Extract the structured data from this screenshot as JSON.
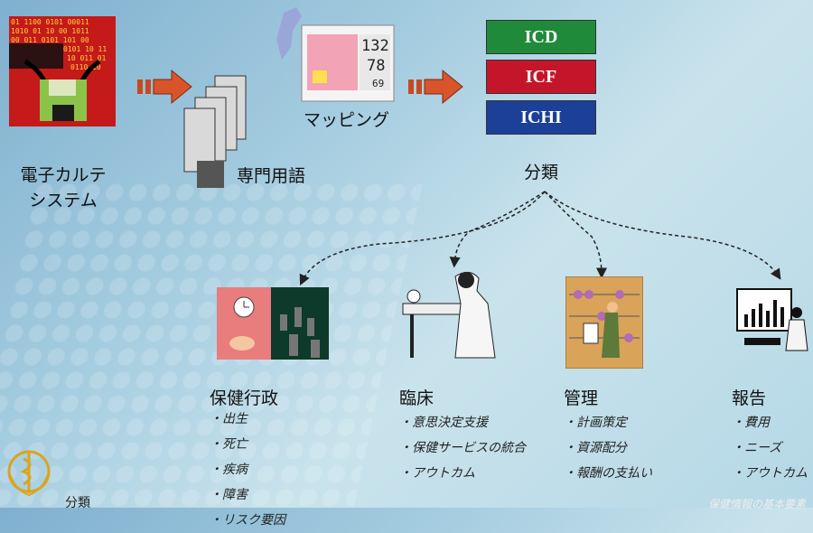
{
  "source": {
    "label_line1": "電子カルテ",
    "label_line2": "システム"
  },
  "terminology": {
    "label": "専門用語"
  },
  "mapping": {
    "label": "マッピング",
    "monitor": {
      "systolic": "132",
      "diastolic": "78",
      "pulse": "69"
    }
  },
  "classification": {
    "items": [
      {
        "label": "ICD",
        "color": "#1f8a3a"
      },
      {
        "label": "ICF",
        "color": "#c4162a"
      },
      {
        "label": "ICHI",
        "color": "#1c3f98"
      }
    ],
    "label": "分類"
  },
  "categories": [
    {
      "title": "保健行政",
      "items": [
        "出生",
        "死亡",
        "疾病",
        "障害",
        "リスク要因"
      ]
    },
    {
      "title": "臨床",
      "items": [
        "意思決定支援",
        "保健サービスの統合",
        "アウトカム"
      ]
    },
    {
      "title": "管理",
      "items": [
        "計画策定",
        "資源配分",
        "報酬の支払い"
      ]
    },
    {
      "title": "報告",
      "items": [
        "費用",
        "ニーズ",
        "アウトカム"
      ]
    }
  ],
  "bottom_left_label": "分類",
  "footer": "保健情報の基本要素"
}
